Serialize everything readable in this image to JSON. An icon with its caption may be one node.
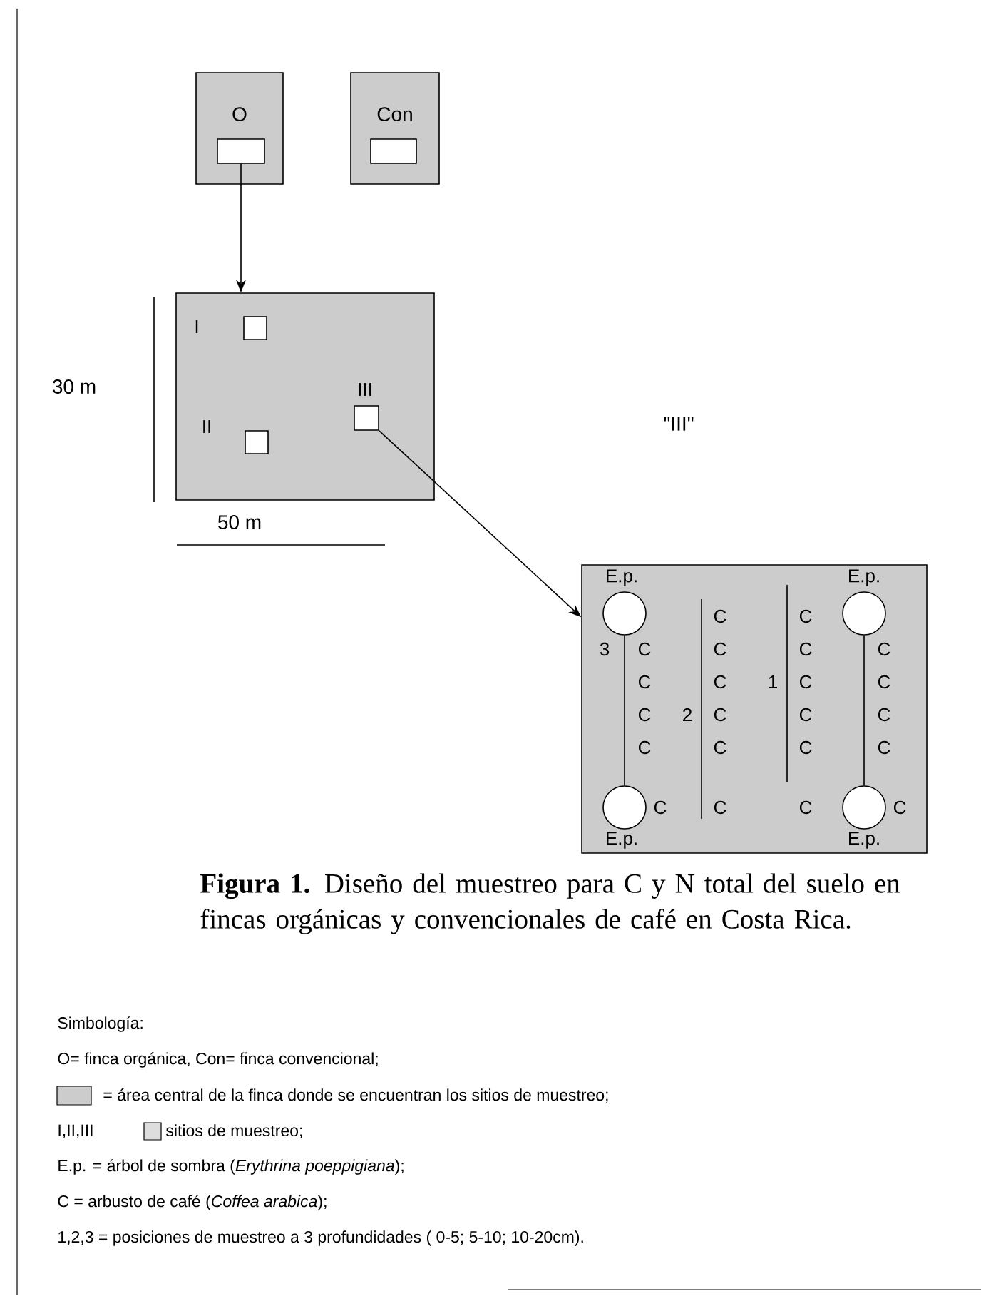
{
  "diagram": {
    "caption": "**Figura 1.** Diseño del muestreo para C y N total del suelo en fincas orgánicas y convencionales de café en Costa Rica.",
    "nodes": [
      {
        "text": [
          "O"
        ]
      },
      {
        "text": [],
        "shape": "box",
        "in": 0
      },
      {
        "text": [
          "Con"
        ]
      },
      {
        "text": [],
        "shape": "box",
        "in": 2
      },
      {
        "text": [],
        "shape": "box"
      },
      {
        "text": [],
        "shape": "box",
        "in": 4,
        "beside": [
          "I"
        ]
      },
      {
        "text": [],
        "shape": "box",
        "in": 4,
        "beside": [
          "II"
        ]
      },
      {
        "text": [],
        "shape": "box",
        "in": 4,
        "beside": [
          "III"
        ]
      },
      {
        "text": [],
        "shape": "box"
      },
      {
        "text": [],
        "shape": "circle",
        "in": 8,
        "beside": [
          "E.p."
        ]
      },
      {
        "text": [],
        "shape": "circle",
        "in": 8,
        "beside": [
          "E.p."
        ]
      },
      {
        "text": [],
        "shape": "circle",
        "in": 8,
        "beside": [
          "E.p."
        ]
      },
      {
        "text": [],
        "shape": "circle",
        "in": 8,
        "beside": [
          "E.p."
        ]
      }
    ],
    "edges": [
      {
        "from": 1,
        "to": 4,
        "arrow": "to"
      },
      {
        "from": 7,
        "to": 8,
        "arrow": "to"
      },
      {
        "from": 9,
        "to": 11,
        "arrow": "none"
      },
      {
        "from": 10,
        "to": 12,
        "arrow": "none"
      }
    ],
    "labels": [
      "30 m",
      "\"III\"",
      "50 m",
      "C",
      "C",
      "3",
      "C",
      "C",
      "C",
      "C",
      "C",
      "C",
      "1",
      "C",
      "C",
      "C",
      "2",
      "C",
      "C",
      "C",
      "C",
      "C",
      "C",
      "C",
      "C",
      "C",
      "C",
      "C",
      "Simbología:",
      "O= finca orgánica, Con= finca convencional;",
      "I,II,III",
      "E.p. = árbol de sombra (*Erythrina poeppigiana*);",
      "C = arbusto de café (*Coffea arabica*);",
      "1,2,3 = posiciones de muestreo a 3 profundidades ( 0-5; 5-10; 10-20cm)."
    ],
    "legend": [
      {
        "text": "= área central de la finca donde se encuentran los sitios de muestreo;",
        "color": "#cccccc"
      },
      {
        "text": "sitios de muestreo;",
        "color": "#dddddd"
      }
    ]
  }
}
